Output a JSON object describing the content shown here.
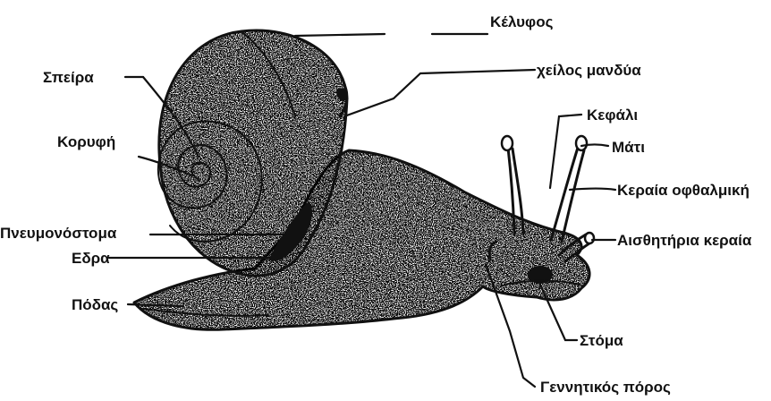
{
  "labels": {
    "shell": "Κέλυφος",
    "mantle_lip": "χείλος μανδύα",
    "whorl": "Σπείρα",
    "apex": "Κορυφή",
    "pneumostome": "Πνευμονόστομα",
    "anus": "Εδρα",
    "foot": "Πόδας",
    "head": "Κεφάλι",
    "eye": "Μάτι",
    "eye_tentacle": "Κεραία οφθαλμική",
    "sensory_tentacle": "Αισθητήρια κεραία",
    "mouth": "Στόμα",
    "genital_pore": "Γεννητικός πόρος"
  },
  "colors": {
    "ink": "#111111",
    "background": "#ffffff"
  }
}
